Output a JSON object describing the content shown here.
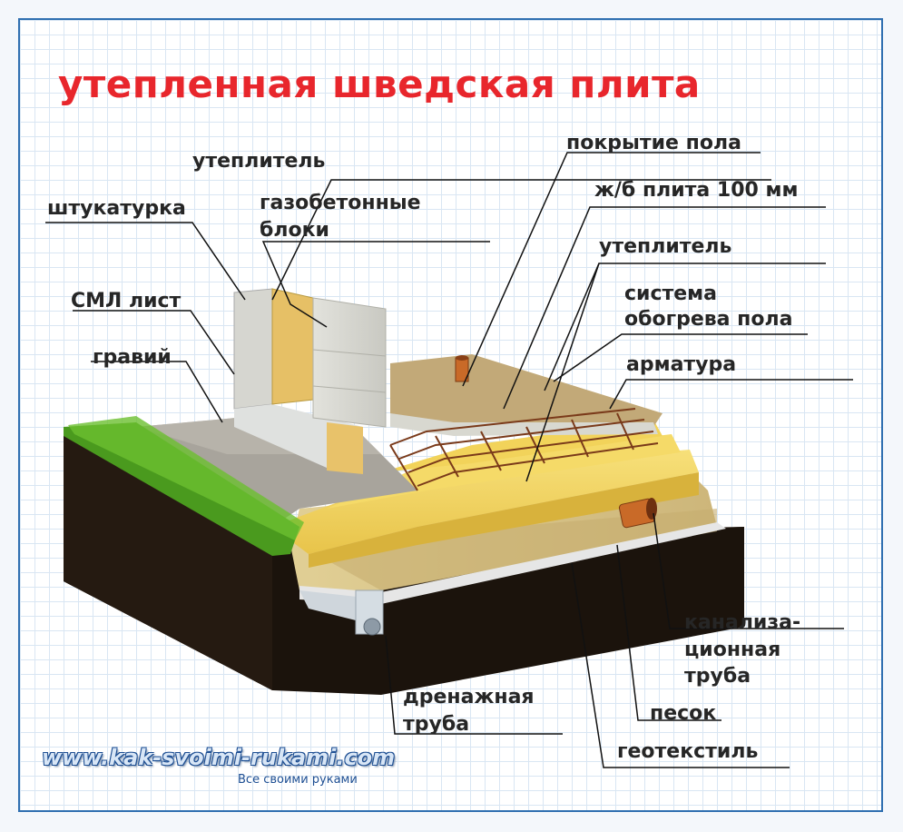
{
  "title": "утепленная шведская плита",
  "labels": {
    "floor_covering": "покрытие пола",
    "insulation_wall": "утеплитель",
    "gas_concrete_line1": "газобетонные",
    "gas_concrete_line2": "блоки",
    "plaster": "штукатурка",
    "rc_slab": "ж/б плита 100 мм",
    "insulation_slab": "утеплитель",
    "heating_line1": "система",
    "heating_line2": "обогрева пола",
    "sml_sheet": "СМЛ лист",
    "gravel": "гравий",
    "rebar": "арматура",
    "sewer_line1": "канализа-",
    "sewer_line2": "ционная",
    "sewer_line3": "труба",
    "drain_line1": "дренажная",
    "drain_line2": "труба",
    "sand": "песок",
    "geotextile": "геотекстиль"
  },
  "watermark": {
    "url": "www.kak-svoimi-rukami.com",
    "tagline": "Все своими руками"
  },
  "colors": {
    "title": "#e8262c",
    "frame": "#2f6fb0",
    "grid": "#d9e6f3",
    "soil": "#2a1e14",
    "insulation": "#f0d060",
    "concrete": "#d8d8d0",
    "sand": "#d9c48a",
    "grass": "#4a9a1e",
    "pipe": "#c96a28",
    "rebar": "#7a3a1a"
  }
}
